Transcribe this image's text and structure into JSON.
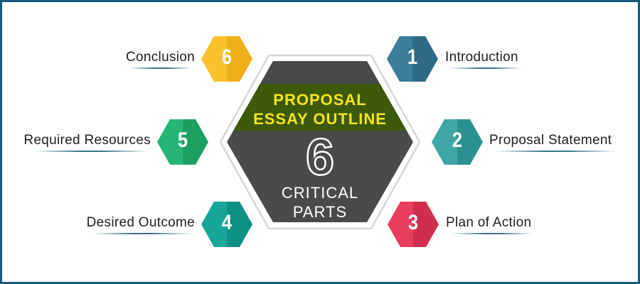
{
  "center": {
    "title_line1": "PROPOSAL",
    "title_line2": "ESSAY OUTLINE",
    "number": "6",
    "subtitle_line1": "CRITICAL",
    "subtitle_line2": "PARTS",
    "colors": {
      "hexagon": "#4a4a4a",
      "band": "#3d5a0a",
      "title": "#f7e51c",
      "outline": "#d6d6d6"
    }
  },
  "parts": [
    {
      "number": "1",
      "label": "Introduction",
      "color_light": "#3b7e9c",
      "color_dark": "#2e6a84"
    },
    {
      "number": "2",
      "label": "Proposal Statement",
      "color_light": "#3fa5a5",
      "color_dark": "#2b9190"
    },
    {
      "number": "3",
      "label": "Plan of Action",
      "color_light": "#e83e5e",
      "color_dark": "#cf2f4f"
    },
    {
      "number": "4",
      "label": "Desired Outcome",
      "color_light": "#17a699",
      "color_dark": "#0f9084"
    },
    {
      "number": "5",
      "label": "Required Resources",
      "color_light": "#26b574",
      "color_dark": "#1d9f62"
    },
    {
      "number": "6",
      "label": "Conclusion",
      "color_light": "#f8c22c",
      "color_dark": "#eeaf17"
    }
  ],
  "frame": {
    "border_color": "#155a7a"
  }
}
